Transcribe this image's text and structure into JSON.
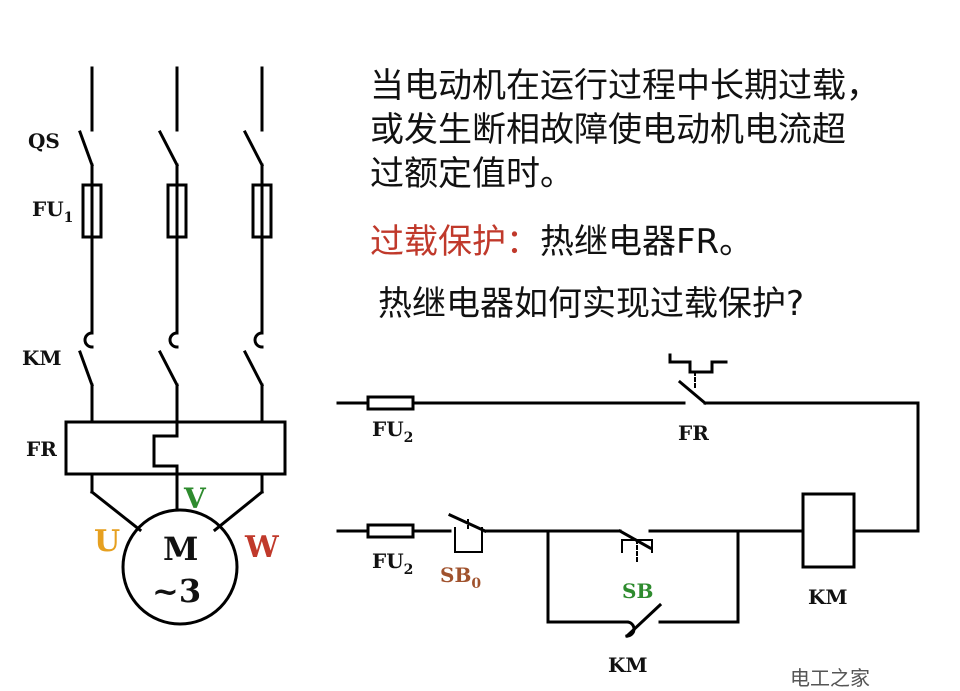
{
  "main_circuit": {
    "qs": "QS",
    "fu1": "FU",
    "fu1_sub": "1",
    "km": "KM",
    "fr": "FR",
    "motor_m": "M",
    "motor_phase": "~3",
    "phase_u": "U",
    "phase_v": "V",
    "phase_w": "W"
  },
  "control_circuit": {
    "fu2_top": "FU",
    "fu2_top_sub": "2",
    "fu2_bottom": "FU",
    "fu2_bottom_sub": "2",
    "fr": "FR",
    "sb0": "SB",
    "sb0_sub": "0",
    "sb": "SB",
    "km_coil": "KM",
    "km_contact": "KM"
  },
  "text": {
    "line1": "当电动机在运行过程中长期过载，",
    "line2": "或发生断相故障使电动机电流超",
    "line3": "过额定值时。",
    "protection_label": "过载保护：",
    "protection_value": "热继电器FR。",
    "question": "热继电器如何实现过载保护?"
  },
  "watermark": "电工之家",
  "colors": {
    "u": "#e6a020",
    "v": "#2e8b2e",
    "w": "#c0392b",
    "sb0": "#a0522d",
    "sb": "#2e8b2e",
    "protection": "#c0392b"
  }
}
